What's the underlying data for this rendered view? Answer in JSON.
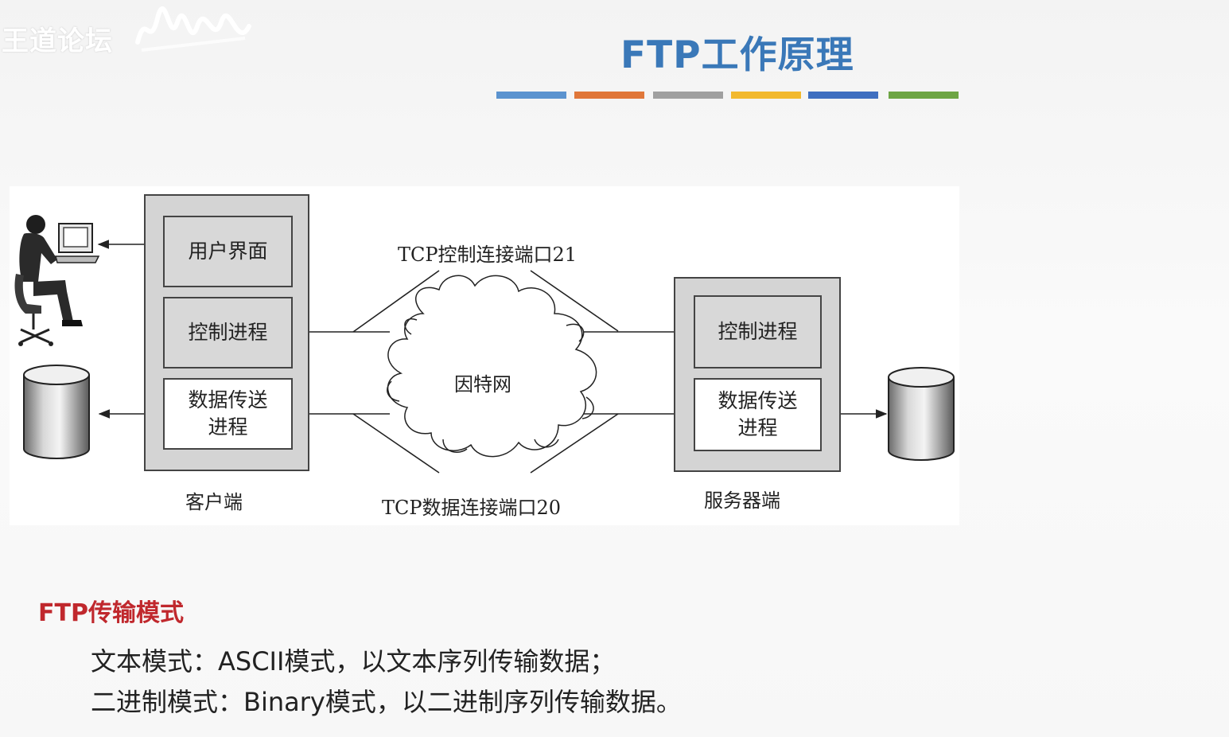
{
  "watermark": {
    "text": "王道论坛"
  },
  "title": "FTP工作原理",
  "accent_bar_colors": [
    "#5b93cf",
    "#e0773a",
    "#a0a0a0",
    "#f2b92f",
    "#3f6fc0",
    "#6ea545"
  ],
  "diagram": {
    "client": {
      "user_interface": "用户界面",
      "control_process": "控制进程",
      "data_process_line1": "数据传送",
      "data_process_line2": "进程",
      "caption": "客户端"
    },
    "server": {
      "control_process": "控制进程",
      "data_process_line1": "数据传送",
      "data_process_line2": "进程",
      "caption": "服务器端"
    },
    "cloud_label": "因特网",
    "control_connection_label": "TCP控制连接端口21",
    "data_connection_label": "TCP数据连接端口20",
    "icons": [
      "user-at-computer-icon",
      "client-database-icon",
      "server-database-icon",
      "internet-cloud-icon"
    ]
  },
  "modes": {
    "heading": "FTP传输模式",
    "text_mode": "文本模式：ASCII模式，以文本序列传输数据；",
    "binary_mode": "二进制模式：Binary模式，以二进制序列传输数据。"
  }
}
